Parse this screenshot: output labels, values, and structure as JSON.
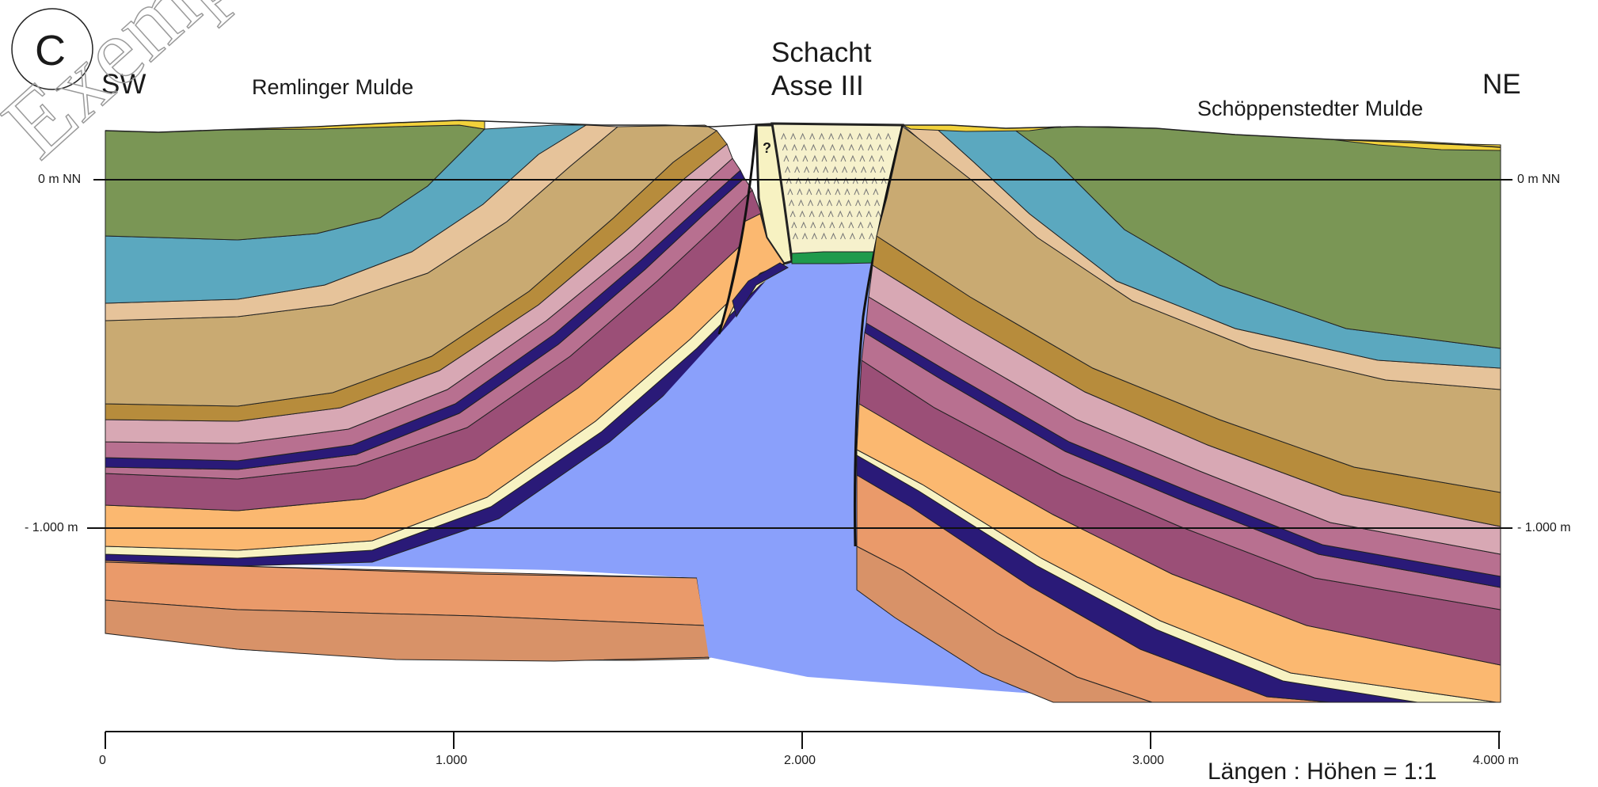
{
  "panel_label": "C",
  "directions": {
    "left": "SW",
    "right": "NE"
  },
  "shaft": {
    "line1": "Schacht",
    "line2": "Asse III"
  },
  "basins": {
    "left": "Remlinger Mulde",
    "right": "Schöppenstedter Mulde"
  },
  "levels": {
    "zero": "0 m NN",
    "minus1000": "- 1.000 m"
  },
  "axis": {
    "ticks": [
      "0",
      "1.000",
      "2.000",
      "3.000",
      "4.000 m"
    ]
  },
  "scale_ratio": "Längen : Höhen = 1:1",
  "uncertain_mark": "?",
  "watermark": "Exemplar",
  "colors": {
    "quartz_top": "#f2d23b",
    "olive": "#7a9655",
    "teal": "#5ba8bf",
    "sand": "#e6c39a",
    "khaki": "#c9aa72",
    "ochre": "#b78c3c",
    "pink": "#d8a8b4",
    "mauve": "#b87090",
    "plum": "#9b4f77",
    "navy": "#2a1a78",
    "cream": "#f7f2c2",
    "orange": "#fbb870",
    "salmon": "#ea9a6a",
    "tan": "#d89268",
    "salt": "#8aa0fb",
    "caprock": "#f6f1cc",
    "green": "#1f9a4c"
  }
}
